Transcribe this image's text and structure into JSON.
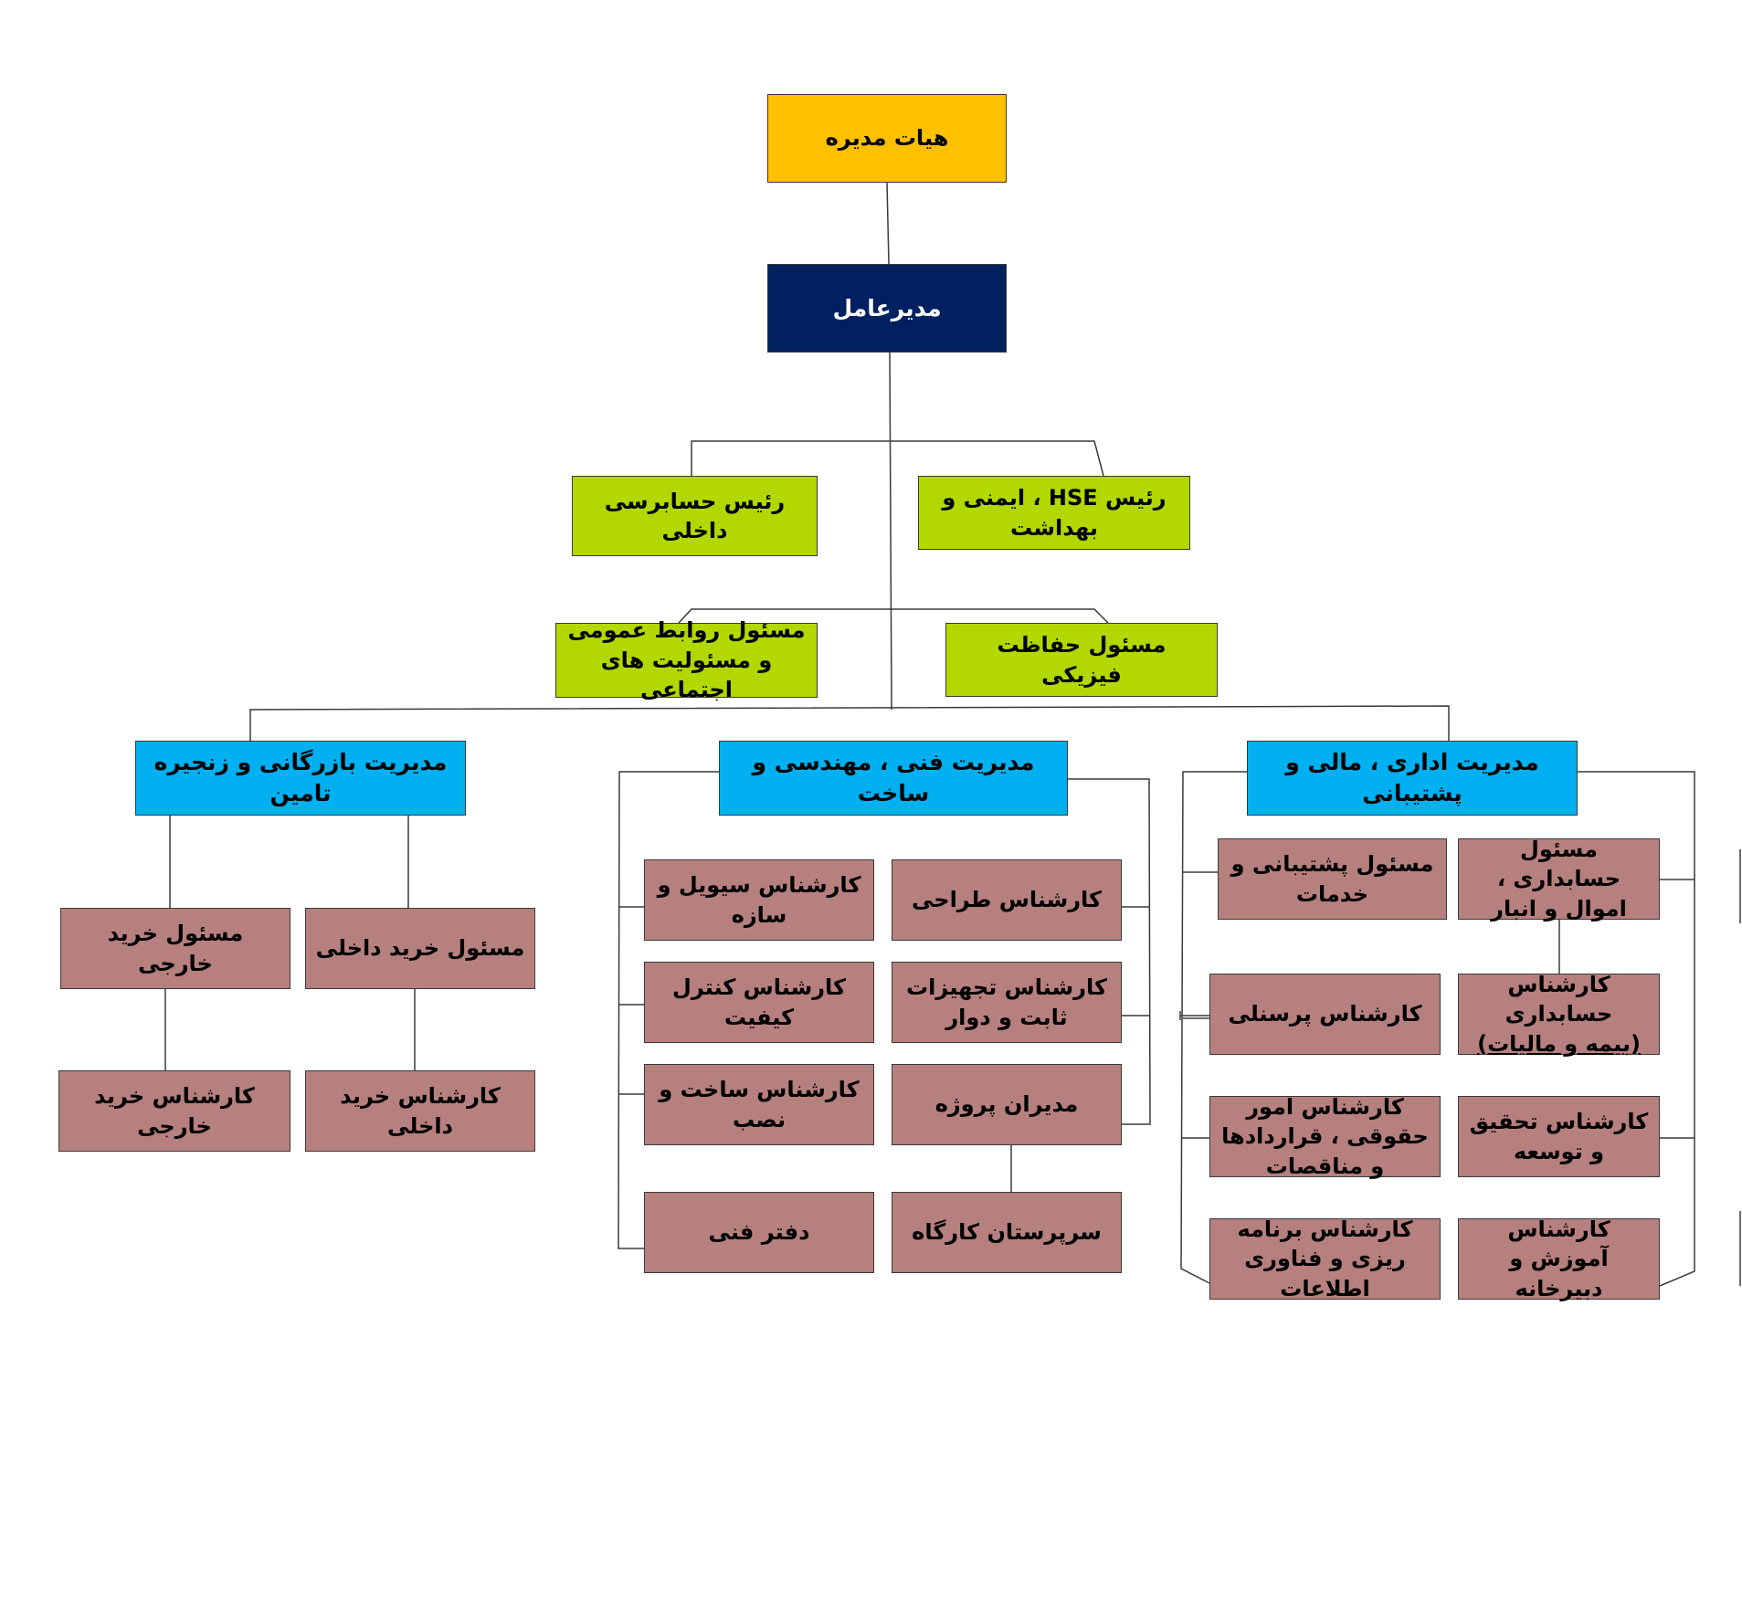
{
  "nodes": {
    "board": "هیات مدیره",
    "ceo": "مدیرعامل",
    "hse_head": "رئیس HSE ، ایمنی و بهداشت",
    "internal_audit_head": "رئیس حسابرسی داخلی",
    "physical_security": "مسئول حفاظت فیزیکی",
    "public_relations": "مسئول روابط عمومی و مسئولیت های اجتماعی",
    "admin_finance_mgmt": "مدیریت اداری ، مالی و پشتیبانی",
    "technical_mgmt": "مدیریت فنی ، مهندسی و ساخت",
    "commerce_mgmt": "مدیریت بازرگانی و زنجیره تامین",
    "accounting_officer": "مسئول حسابداری ، اموال و انبار",
    "support_officer": "مسئول پشتیبانی و خدمات",
    "accounting_expert_main": "کارشناس حسابداری",
    "accounting_expert_sub": "(بیمه و مالیات)",
    "personnel_expert": "کارشناس پرسنلی",
    "rnd_expert": "کارشناس تحقیق و توسعه",
    "legal_expert": "کارشناس امور حقوقی ، قراردادها و مناقصات",
    "training_expert": "کارشناس آموزش و دبیرخانه",
    "it_planning_expert": "کارشناس برنامه ریزی و فناوری اطلاعات",
    "design_expert": "کارشناس طراحی",
    "civil_expert": "کارشناس سیویل و سازه",
    "equipment_expert": "کارشناس تجهیزات ثابت و دوار",
    "quality_expert": "کارشناس کنترل کیفیت",
    "project_managers": "مدیران پروژه",
    "construction_expert": "کارشناس ساخت و نصب",
    "site_supervisor": "سرپرستان کارگاه",
    "technical_office": "دفتر فنی",
    "domestic_purchase_officer": "مسئول خرید داخلی",
    "foreign_purchase_officer": "مسئول خرید خارجی",
    "domestic_purchase_expert": "کارشناس خرید داخلی",
    "foreign_purchase_expert": "کارشناس خرید خارجی"
  },
  "colors": {
    "board": "#ffc000",
    "ceo": "#002060",
    "staff": "#b3d700",
    "management": "#00b0f0",
    "unit": "#b6807e",
    "line": "#3a3a3a"
  }
}
